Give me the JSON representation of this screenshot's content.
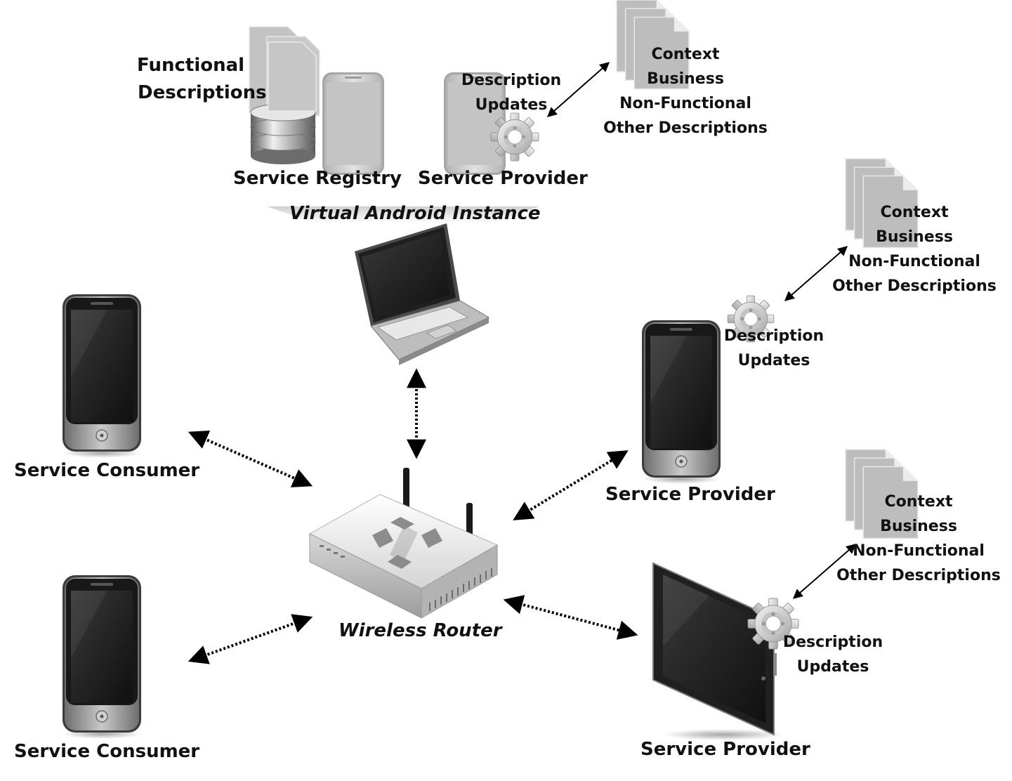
{
  "diagram": {
    "labels": {
      "functional_line1": "Functional",
      "functional_line2": "Descriptions",
      "service_registry": "Service Registry",
      "top_service_provider": "Service Provider",
      "virtual_instance": "Virtual Android Instance",
      "top_updates": [
        "Description",
        "Updates"
      ],
      "top_descriptions": [
        "Context",
        "Business",
        "Non-Functional",
        "Other Descriptions"
      ],
      "right_descriptions": [
        "Context",
        "Business",
        "Non-Functional",
        "Other Descriptions"
      ],
      "right_updates": [
        "Description",
        "Updates"
      ],
      "right_service_provider": "Service Provider",
      "bottom_descriptions": [
        "Context",
        "Business",
        "Non-Functional",
        "Other Descriptions"
      ],
      "bottom_updates": [
        "Description",
        "Updates"
      ],
      "tablet_service_provider": "Service Provider",
      "consumer_top": "Service Consumer",
      "consumer_bottom": "Service Consumer",
      "router": "Wireless Router"
    },
    "colors": {
      "text": "#111111",
      "document": "#c8c8c8",
      "phone_body": "#9a9a9a",
      "screen": "#1c1c1c",
      "gear": "#d4d4d4",
      "arrow": "#000000"
    },
    "icons": [
      "database-icon",
      "documents-icon",
      "smartphone-icon",
      "gear-icon",
      "laptop-icon",
      "router-icon",
      "tablet-icon",
      "double-arrow-icon"
    ]
  }
}
